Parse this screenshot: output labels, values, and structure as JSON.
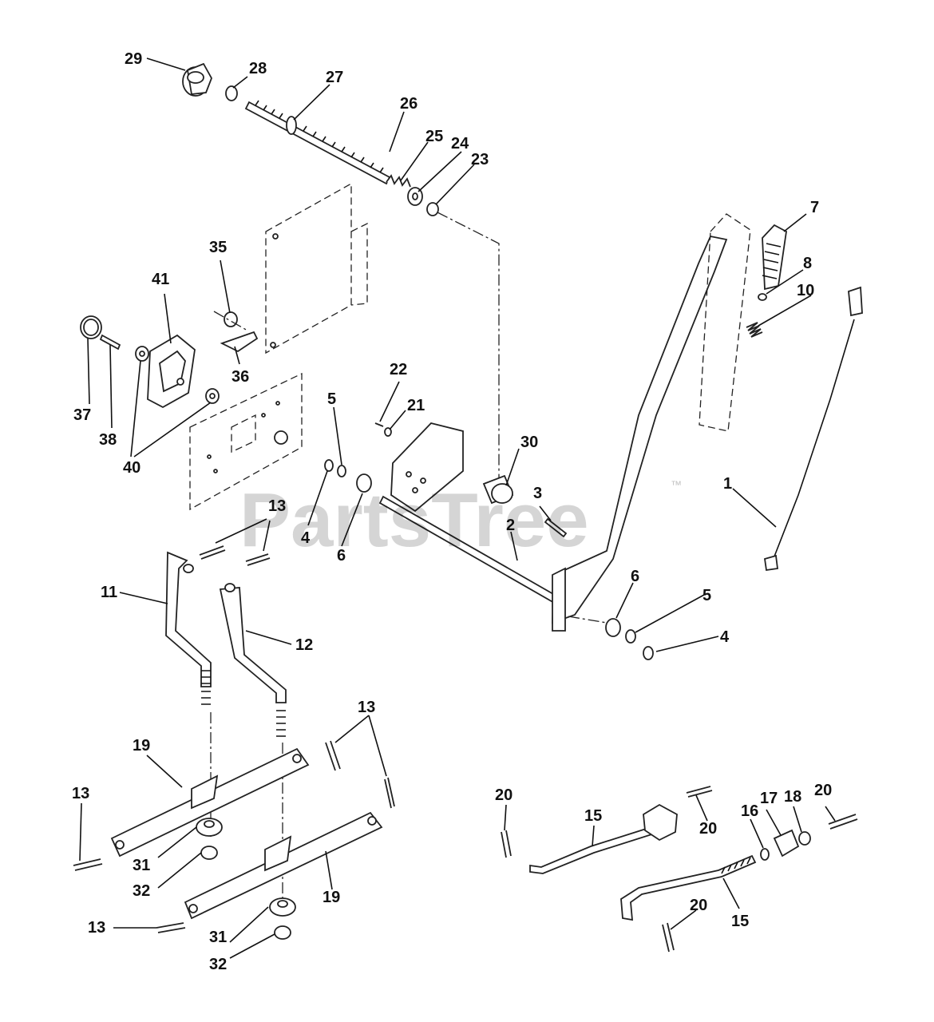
{
  "watermark": {
    "text": "PartsTree",
    "mark": "™"
  },
  "callouts": [
    {
      "id": "c29",
      "text": "29"
    },
    {
      "id": "c28",
      "text": "28"
    },
    {
      "id": "c27",
      "text": "27"
    },
    {
      "id": "c26",
      "text": "26"
    },
    {
      "id": "c25",
      "text": "25"
    },
    {
      "id": "c24",
      "text": "24"
    },
    {
      "id": "c23",
      "text": "23"
    },
    {
      "id": "c7",
      "text": "7"
    },
    {
      "id": "c8",
      "text": "8"
    },
    {
      "id": "c10",
      "text": "10"
    },
    {
      "id": "c35",
      "text": "35"
    },
    {
      "id": "c41",
      "text": "41"
    },
    {
      "id": "c36",
      "text": "36"
    },
    {
      "id": "c37",
      "text": "37"
    },
    {
      "id": "c38",
      "text": "38"
    },
    {
      "id": "c40",
      "text": "40"
    },
    {
      "id": "c22",
      "text": "22"
    },
    {
      "id": "c21",
      "text": "21"
    },
    {
      "id": "c5a",
      "text": "5"
    },
    {
      "id": "c30",
      "text": "30"
    },
    {
      "id": "c13a",
      "text": "13"
    },
    {
      "id": "c4a",
      "text": "4"
    },
    {
      "id": "c6a",
      "text": "6"
    },
    {
      "id": "c3",
      "text": "3"
    },
    {
      "id": "c2",
      "text": "2"
    },
    {
      "id": "c1",
      "text": "1"
    },
    {
      "id": "c11",
      "text": "11"
    },
    {
      "id": "c12",
      "text": "12"
    },
    {
      "id": "c6b",
      "text": "6"
    },
    {
      "id": "c5b",
      "text": "5"
    },
    {
      "id": "c4b",
      "text": "4"
    },
    {
      "id": "c13b",
      "text": "13"
    },
    {
      "id": "c19a",
      "text": "19"
    },
    {
      "id": "c13c",
      "text": "13"
    },
    {
      "id": "c31a",
      "text": "31"
    },
    {
      "id": "c32a",
      "text": "32"
    },
    {
      "id": "c19b",
      "text": "19"
    },
    {
      "id": "c13d",
      "text": "13"
    },
    {
      "id": "c31b",
      "text": "31"
    },
    {
      "id": "c32b",
      "text": "32"
    },
    {
      "id": "c20a",
      "text": "20"
    },
    {
      "id": "c15a",
      "text": "15"
    },
    {
      "id": "c20b",
      "text": "20"
    },
    {
      "id": "c16",
      "text": "16"
    },
    {
      "id": "c17",
      "text": "17"
    },
    {
      "id": "c18",
      "text": "18"
    },
    {
      "id": "c20c",
      "text": "20"
    },
    {
      "id": "c20d",
      "text": "20"
    },
    {
      "id": "c15b",
      "text": "15"
    }
  ]
}
